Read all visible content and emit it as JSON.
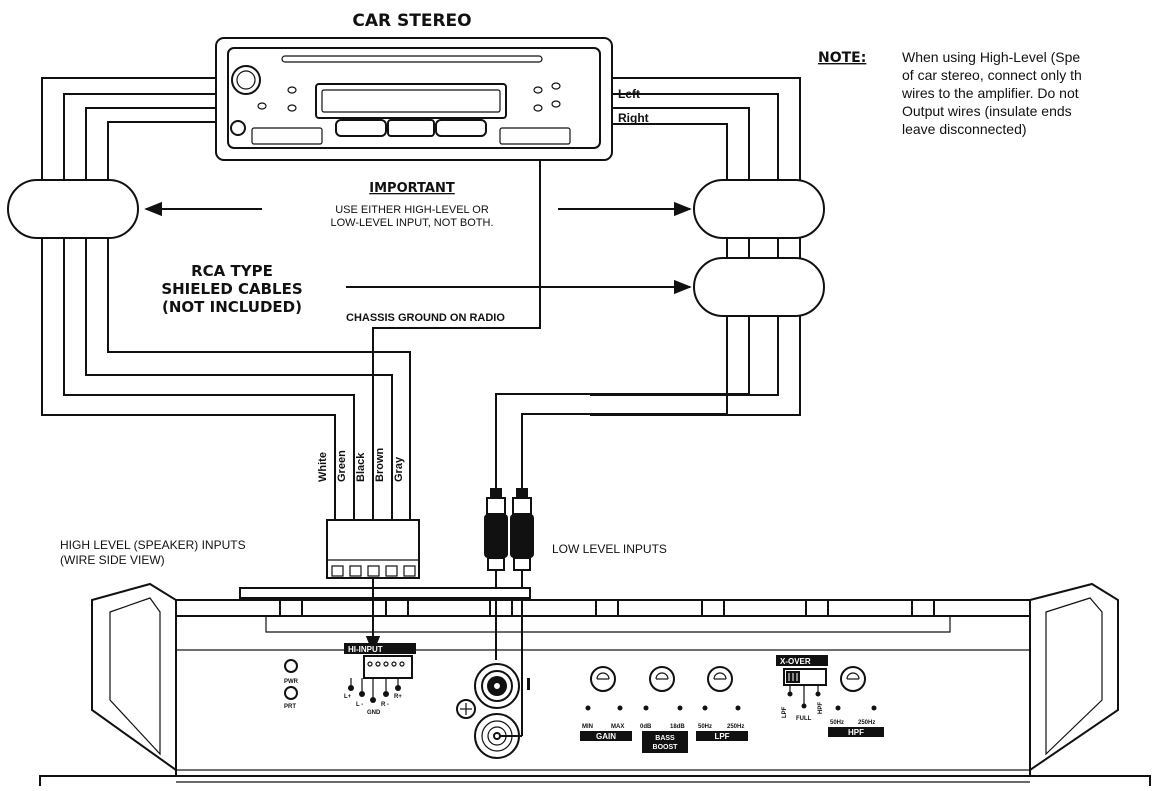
{
  "title": "CAR STEREO",
  "note": {
    "label": "NOTE:",
    "lines": [
      "When using High-Level (Spe",
      "of car stereo, connect only th",
      "wires to the amplifier. Do not",
      "Output wires (insulate ends",
      "leave disconnected)"
    ]
  },
  "stereo_channels": {
    "left": "Left",
    "right": "Right"
  },
  "important": {
    "heading": "IMPORTANT",
    "line1": "USE EITHER HIGH-LEVEL OR",
    "line2": "LOW-LEVEL INPUT, NOT BOTH."
  },
  "rca": {
    "line1": "RCA TYPE",
    "line2": "SHIELED CABLES",
    "line3": "(NOT INCLUDED)"
  },
  "chassis_ground": "CHASSIS GROUND ON RADIO",
  "wires": [
    "White",
    "Green",
    "Black",
    "Brown",
    "Gray"
  ],
  "high_level": {
    "line1": "HIGH LEVEL (SPEAKER) INPUTS",
    "line2": "(WIRE SIDE VIEW)"
  },
  "low_level": "LOW LEVEL INPUTS",
  "amp": {
    "hi_input": "HI-INPUT",
    "hi_pins": [
      "L+",
      "L -",
      "GND",
      "R -",
      "R+"
    ],
    "pwr": "PWR",
    "prt": "PRT",
    "gain": {
      "label": "GAIN",
      "min": "MIN",
      "max": "MAX"
    },
    "bass_boost": {
      "line1": "BASS",
      "line2": "BOOST",
      "min": "0dB",
      "max": "18dB"
    },
    "lpf": {
      "label": "LPF",
      "min": "50Hz",
      "max": "250Hz"
    },
    "xover": {
      "label": "X-OVER",
      "lpf": "LPF",
      "full": "FULL",
      "hpf": "HPF"
    },
    "hpf": {
      "label": "HPF",
      "min": "50Hz",
      "max": "250Hz"
    }
  }
}
